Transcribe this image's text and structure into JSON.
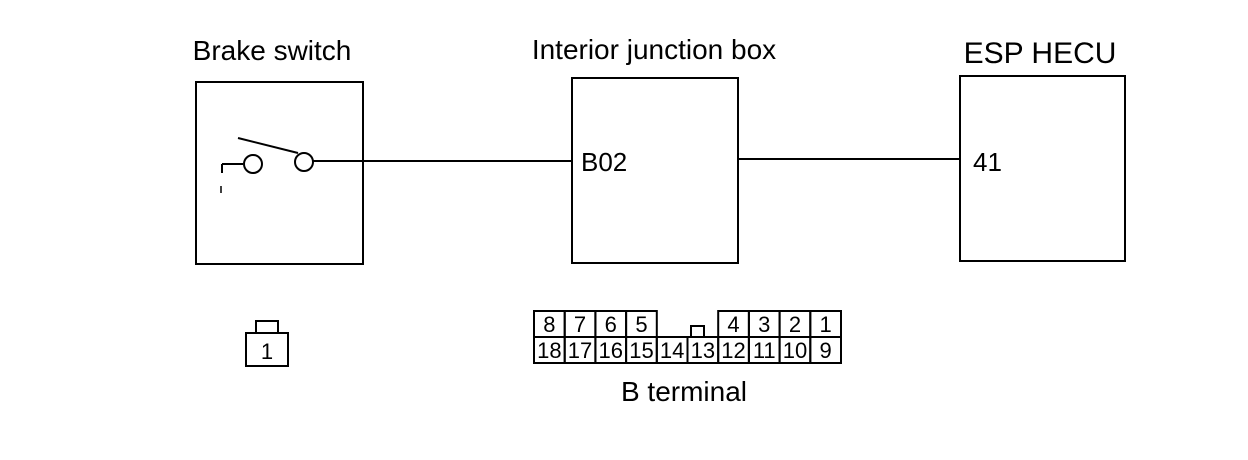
{
  "components": {
    "brake_switch": {
      "title": "Brake switch"
    },
    "junction_box": {
      "title": "Interior junction box",
      "pin_label": "B02"
    },
    "esp_hecu": {
      "title": "ESP HECU",
      "pin_label": "41"
    }
  },
  "connectors": {
    "brake_switch": {
      "pin": "1"
    },
    "b_terminal": {
      "caption": "B terminal",
      "top_left": [
        "8",
        "7",
        "6",
        "5"
      ],
      "top_right": [
        "4",
        "3",
        "2",
        "1"
      ],
      "bottom": [
        "18",
        "17",
        "16",
        "15",
        "14",
        "13",
        "12",
        "11",
        "10",
        "9"
      ]
    }
  }
}
